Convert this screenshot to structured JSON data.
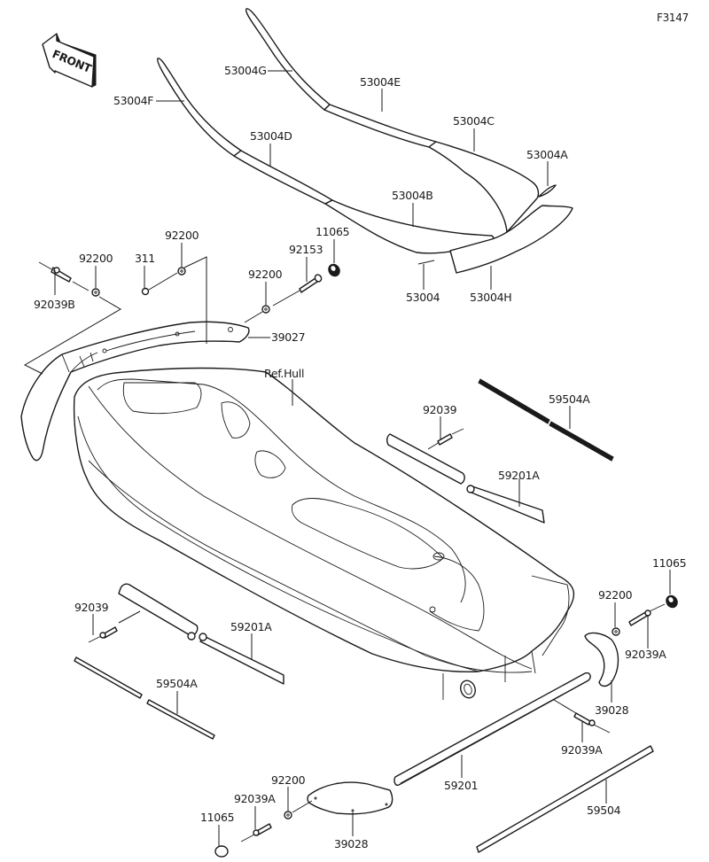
{
  "figure_id": "F3147",
  "front_arrow": {
    "text": "FRONT",
    "icon": "front-direction-arrow-icon"
  },
  "reference_label": "Ref.Hull",
  "parts": {
    "seat_pad_f": "53004F",
    "seat_pad_g": "53004G",
    "seat_pad_e": "53004E",
    "seat_pad_d": "53004D",
    "seat_pad_c": "53004C",
    "seat_pad_a": "53004A",
    "seat_pad_b": "53004B",
    "seat_pad": "53004",
    "seat_pad_h": "53004H",
    "rivet_b": "92039B",
    "washer_1": "92200",
    "nut": "311",
    "washer_2": "92200",
    "washer_3": "92200",
    "bolt": "92153",
    "cap_top": "11065",
    "rear_bumper": "39027",
    "rivet_right": "92039",
    "rail_right": "59504A",
    "guard_right": "59201A",
    "washer_right": "92200",
    "cap_right": "11065",
    "rivet_a_right": "92039A",
    "bumper_corner_right": "39028",
    "rivet_a_lower": "92039A",
    "rivet_left": "92039",
    "guard_left": "59201A",
    "rail_left": "59504A",
    "guard_lower": "59201",
    "rail_lower": "59504",
    "washer_lower": "92200",
    "rivet_a_bottom": "92039A",
    "cap_bottom": "11065",
    "bumper_corner_bottom": "39028"
  }
}
